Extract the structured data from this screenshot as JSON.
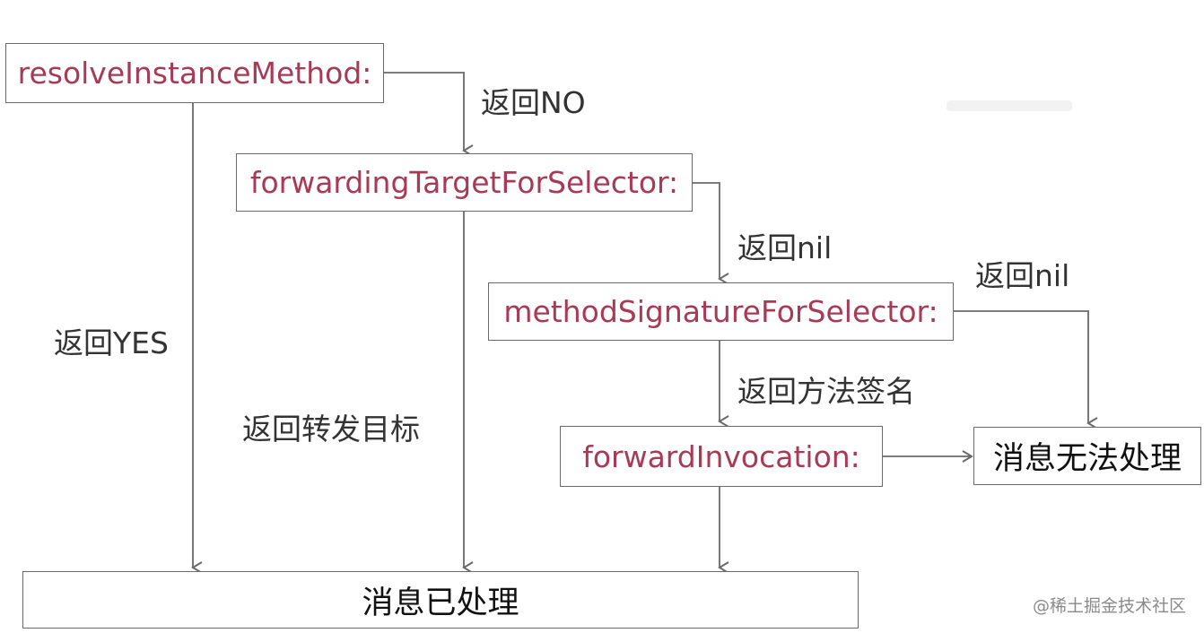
{
  "diagram": {
    "nodes": {
      "resolve": "resolveInstanceMethod:",
      "forwarding_target": "forwardingTargetForSelector:",
      "method_signature": "methodSignatureForSelector:",
      "forward_invocation": "forwardInvocation:",
      "unhandled": "消息无法处理",
      "handled": "消息已处理"
    },
    "edge_labels": {
      "return_no": "返回NO",
      "return_nil_1": "返回nil",
      "return_nil_2": "返回nil",
      "return_yes": "返回YES",
      "return_target": "返回转发目标",
      "return_signature": "返回方法签名"
    },
    "edges": [
      {
        "from": "resolve",
        "to": "forwarding_target",
        "label": "return_no"
      },
      {
        "from": "resolve",
        "to": "handled",
        "label": "return_yes"
      },
      {
        "from": "forwarding_target",
        "to": "method_signature",
        "label": "return_nil_1"
      },
      {
        "from": "forwarding_target",
        "to": "handled",
        "label": "return_target"
      },
      {
        "from": "method_signature",
        "to": "forward_invocation",
        "label": "return_signature"
      },
      {
        "from": "method_signature",
        "to": "unhandled",
        "label": "return_nil_2"
      },
      {
        "from": "forward_invocation",
        "to": "unhandled",
        "label": null
      },
      {
        "from": "forward_invocation",
        "to": "handled",
        "label": null
      }
    ]
  },
  "watermark": "@稀土掘金技术社区",
  "colors": {
    "method_text": "#a83a55",
    "result_text": "#111111",
    "label_text": "#333333",
    "line": "#6a6a6a"
  }
}
